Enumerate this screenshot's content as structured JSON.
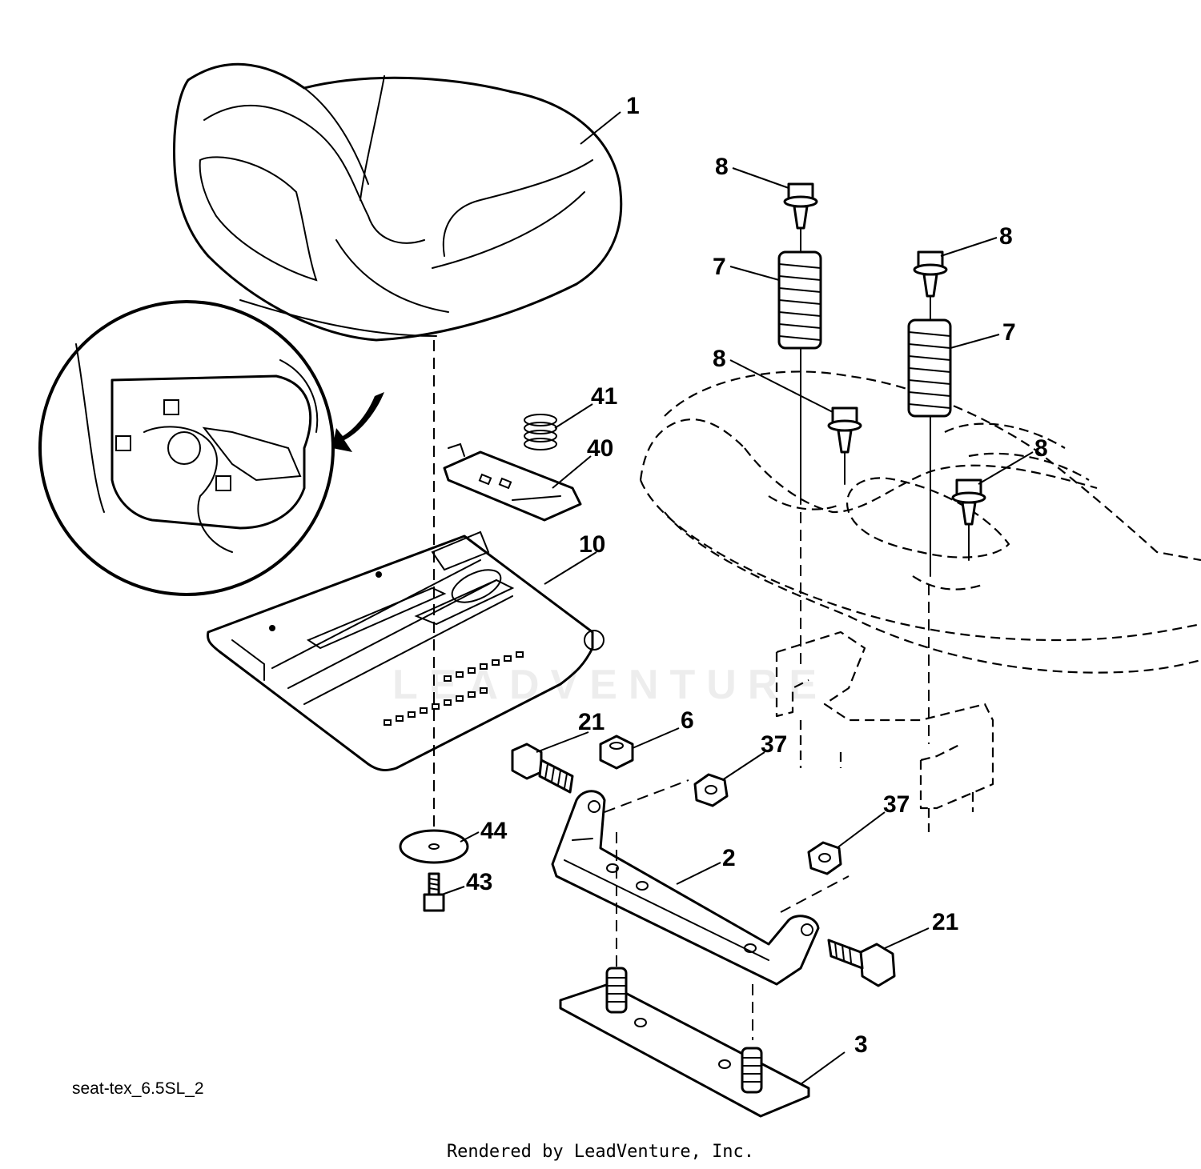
{
  "diagram": {
    "reference_code": "seat-tex_6.5SL_2",
    "credit": "Rendered by LeadVenture, Inc.",
    "watermark": "LEADVENTURE",
    "callouts": [
      {
        "id": "c1",
        "label": "1"
      },
      {
        "id": "c8a",
        "label": "8"
      },
      {
        "id": "c7a",
        "label": "7"
      },
      {
        "id": "c8b",
        "label": "8"
      },
      {
        "id": "c7b",
        "label": "7"
      },
      {
        "id": "c8c",
        "label": "8"
      },
      {
        "id": "c8d",
        "label": "8"
      },
      {
        "id": "c41",
        "label": "41"
      },
      {
        "id": "c40",
        "label": "40"
      },
      {
        "id": "c10",
        "label": "10"
      },
      {
        "id": "c21a",
        "label": "21"
      },
      {
        "id": "c6",
        "label": "6"
      },
      {
        "id": "c37a",
        "label": "37"
      },
      {
        "id": "c37b",
        "label": "37"
      },
      {
        "id": "c44",
        "label": "44"
      },
      {
        "id": "c43",
        "label": "43"
      },
      {
        "id": "c2",
        "label": "2"
      },
      {
        "id": "c21b",
        "label": "21"
      },
      {
        "id": "c3",
        "label": "3"
      }
    ]
  }
}
